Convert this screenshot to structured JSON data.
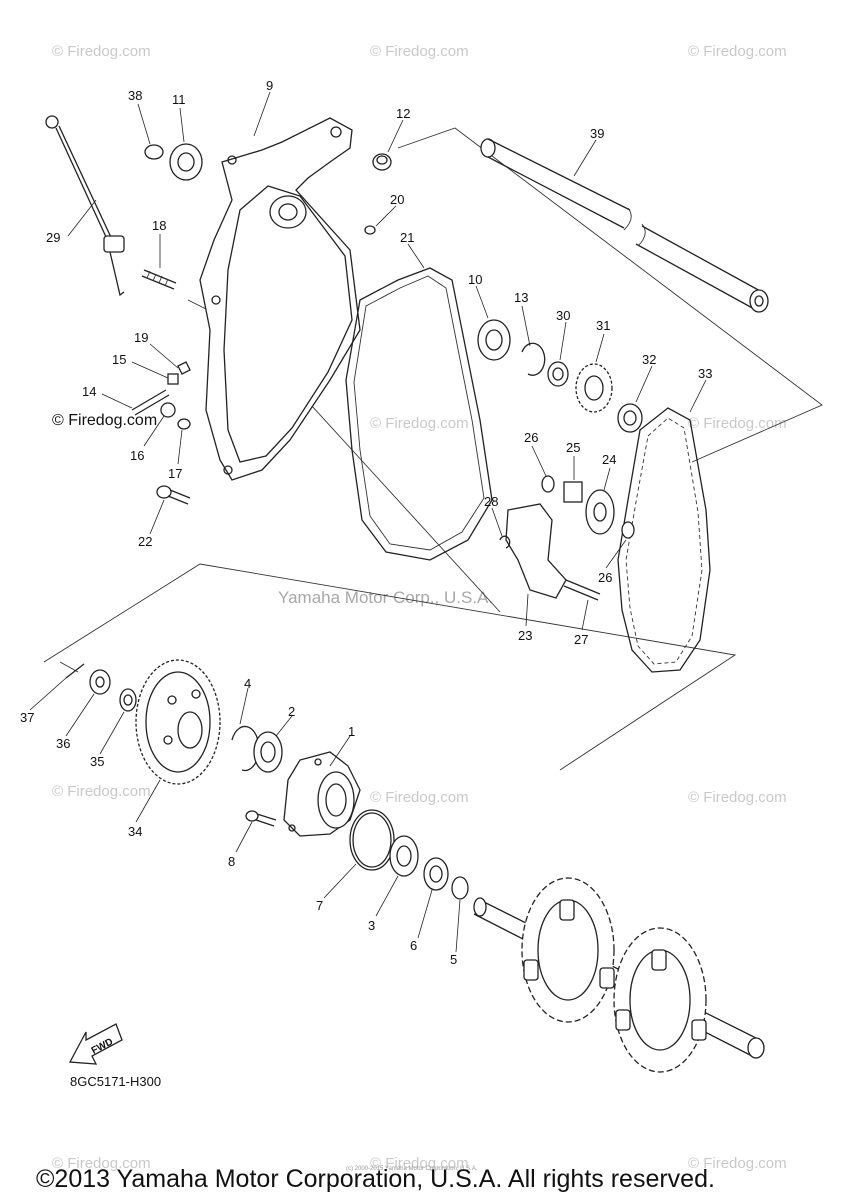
{
  "watermarks": {
    "site": "© Firedog.com",
    "center": "Yamaha Motor Corp., U.S.A.",
    "small_line": "(c) 2000-2015 Yamaha Motor Corporation, U.S.A."
  },
  "diagram_code": "8GC5171-H300",
  "fwd_arrow_label": "FWD",
  "copyright": "©2013 Yamaha Motor Corporation, U.S.A. All rights reserved.",
  "callouts": {
    "c1": "1",
    "c2": "2",
    "c3": "3",
    "c4": "4",
    "c5": "5",
    "c6": "6",
    "c7": "7",
    "c8": "8",
    "c9": "9",
    "c10": "10",
    "c11": "11",
    "c12": "12",
    "c13": "13",
    "c14": "14",
    "c15": "15",
    "c16": "16",
    "c17": "17",
    "c18": "18",
    "c19": "19",
    "c20": "20",
    "c21": "21",
    "c22": "22",
    "c23": "23",
    "c24": "24",
    "c25": "25",
    "c26a": "26",
    "c26b": "26",
    "c27": "27",
    "c28": "28",
    "c29": "29",
    "c30": "30",
    "c31": "31",
    "c32": "32",
    "c33": "33",
    "c34": "34",
    "c35": "35",
    "c36": "36",
    "c37": "37",
    "c38": "38",
    "c39": "39"
  }
}
